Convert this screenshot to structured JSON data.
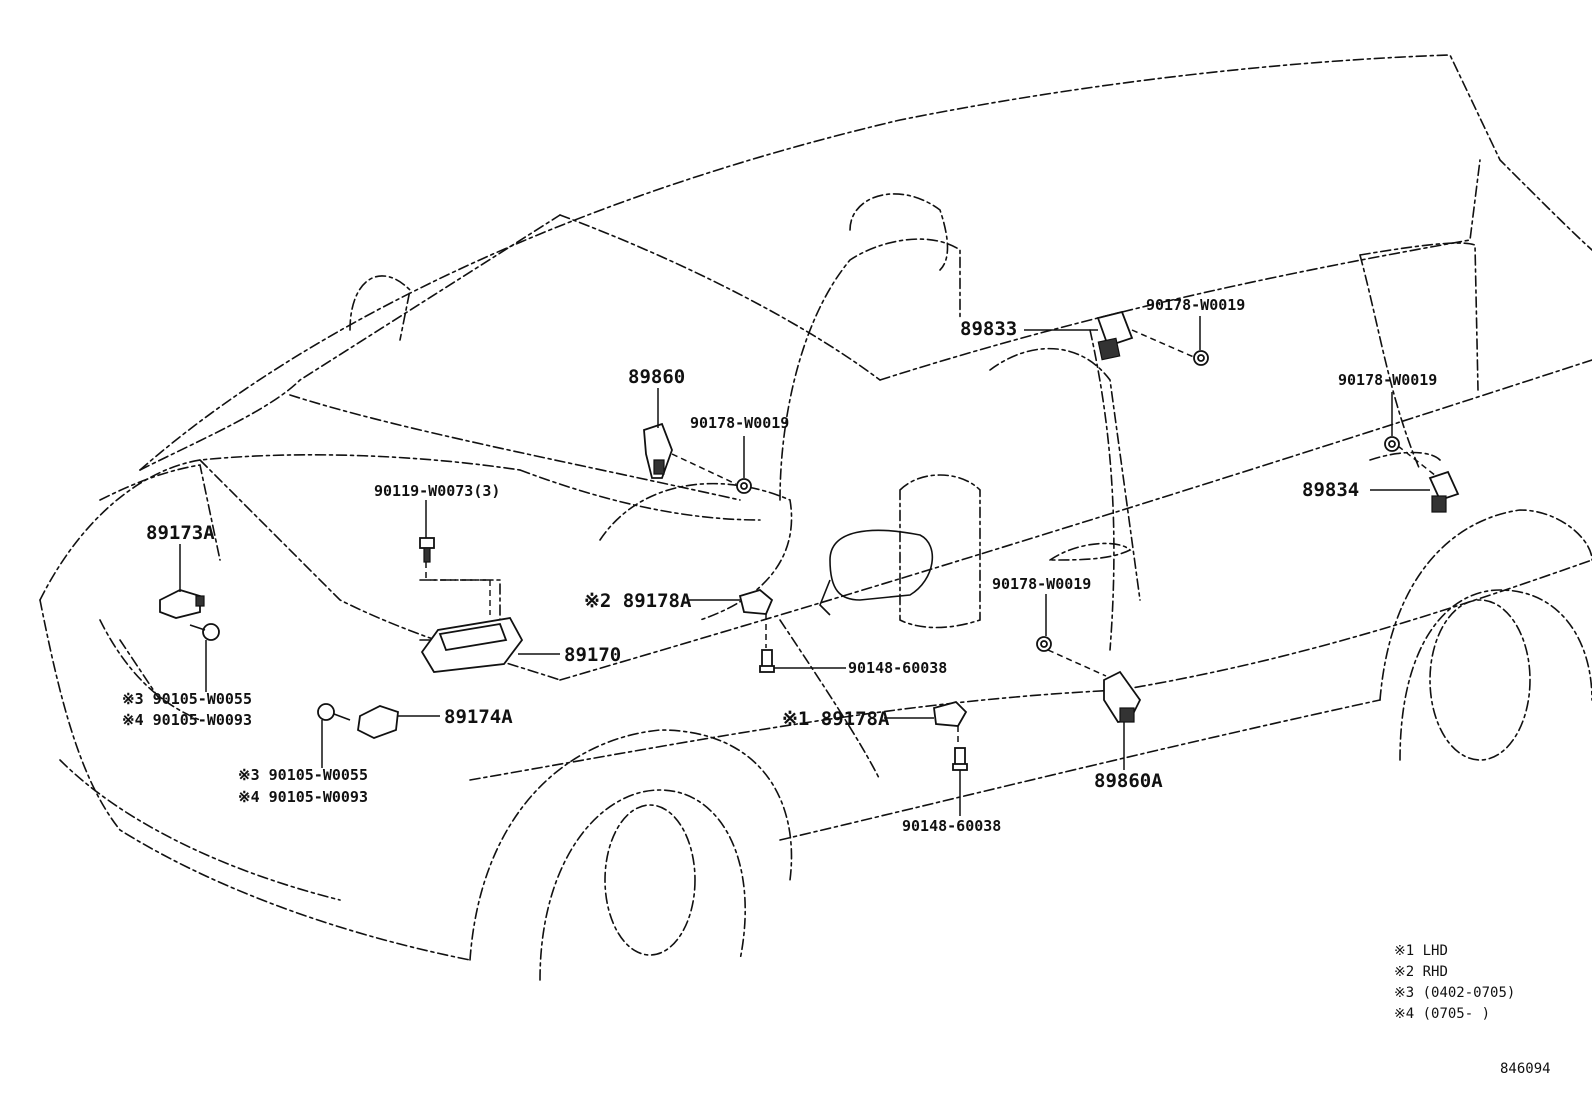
{
  "callouts": {
    "c89833": "89833",
    "c90178a": "90178-W0019",
    "c89860": "89860",
    "c90178b": "90178-W0019",
    "c90178c": "90178-W0019",
    "c89834": "89834",
    "c90119": "90119-W0073(3)",
    "c89173a": "89173A",
    "c89178a_rhd": "※2 89178A",
    "c90178d": "90178-W0019",
    "c89170": "89170",
    "c90148a": "90148-60038",
    "c90105a3": "※3 90105-W0055",
    "c90105a4": "※4 90105-W0093",
    "c89174a": "89174A",
    "c89178a_lhd": "※1 89178A",
    "c89860a": "89860A",
    "c90105b3": "※3 90105-W0055",
    "c90105b4": "※4 90105-W0093",
    "c90148b": "90148-60038"
  },
  "legend": {
    "l1": "※1 LHD",
    "l2": "※2 RHD",
    "l3": "※3 (0402-0705)",
    "l4": "※4 (0705-     )"
  },
  "figure_id": "846094"
}
